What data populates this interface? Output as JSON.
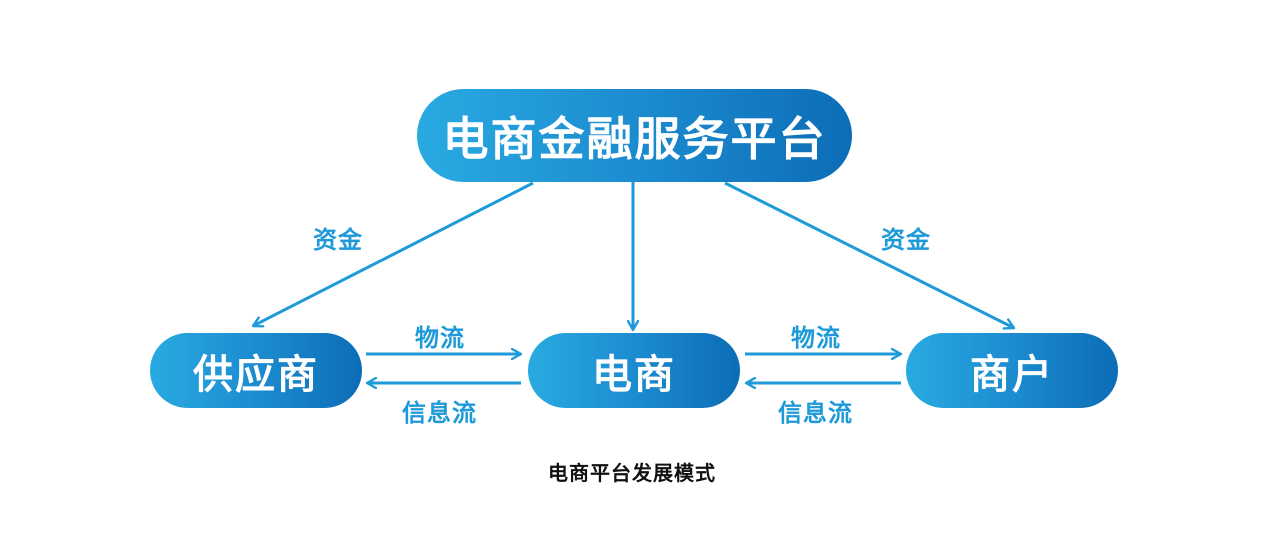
{
  "diagram": {
    "top_node": {
      "label": "电商金融服务平台"
    },
    "nodes": [
      {
        "id": "supplier",
        "label": "供应商"
      },
      {
        "id": "ecommerce",
        "label": "电商"
      },
      {
        "id": "merchant",
        "label": "商户"
      }
    ],
    "edge_labels": {
      "funds_left": "资金",
      "funds_right": "资金",
      "logistics_left": "物流",
      "info_flow_left": "信息流",
      "logistics_right": "物流",
      "info_flow_right": "信息流"
    },
    "edges": [
      {
        "from": "电商金融服务平台",
        "to": "供应商",
        "label": "资金"
      },
      {
        "from": "电商金融服务平台",
        "to": "电商",
        "label": ""
      },
      {
        "from": "电商金融服务平台",
        "to": "商户",
        "label": "资金"
      },
      {
        "from": "供应商",
        "to": "电商",
        "label": "物流"
      },
      {
        "from": "电商",
        "to": "供应商",
        "label": "信息流"
      },
      {
        "from": "电商",
        "to": "商户",
        "label": "物流"
      },
      {
        "from": "商户",
        "to": "电商",
        "label": "信息流"
      }
    ],
    "caption": "电商平台发展模式",
    "colors": {
      "node_gradient_start": "#29aae1",
      "node_gradient_end": "#0c6db7",
      "arrow": "#1e9ad9",
      "label": "#1e9ad9",
      "caption": "#111111"
    }
  }
}
